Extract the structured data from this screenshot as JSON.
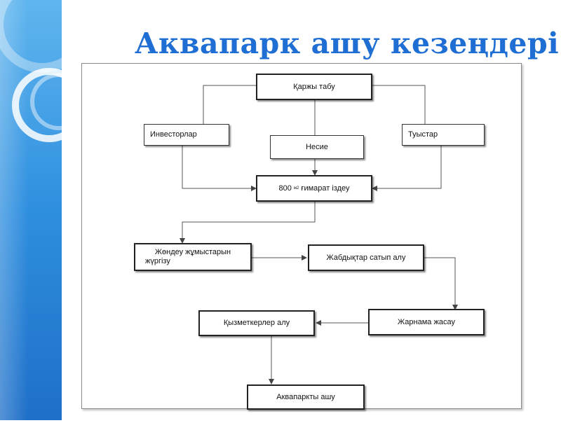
{
  "title": "Аквапарк ашу кезеңдері",
  "diagram": {
    "nodes": {
      "funding": "Қаржы табу",
      "investors": "Инвесторлар",
      "loan": "Несие",
      "relatives": "Туыстар",
      "building_pre": "800 ",
      "building_sup": "м2",
      "building_post": " ғимарат іздеу",
      "renovation_line1": "Жөндеу жұмыстарын",
      "renovation_line2": "жүргізу",
      "equipment": "Жабдықтар сатып алу",
      "advertising": "Жарнама жасау",
      "staff": "Қызметкерлер алу",
      "opening": "Аквапаркты ашу"
    }
  },
  "colors": {
    "title": "#1f6ed4",
    "sidebar": "#2d8ce0"
  }
}
